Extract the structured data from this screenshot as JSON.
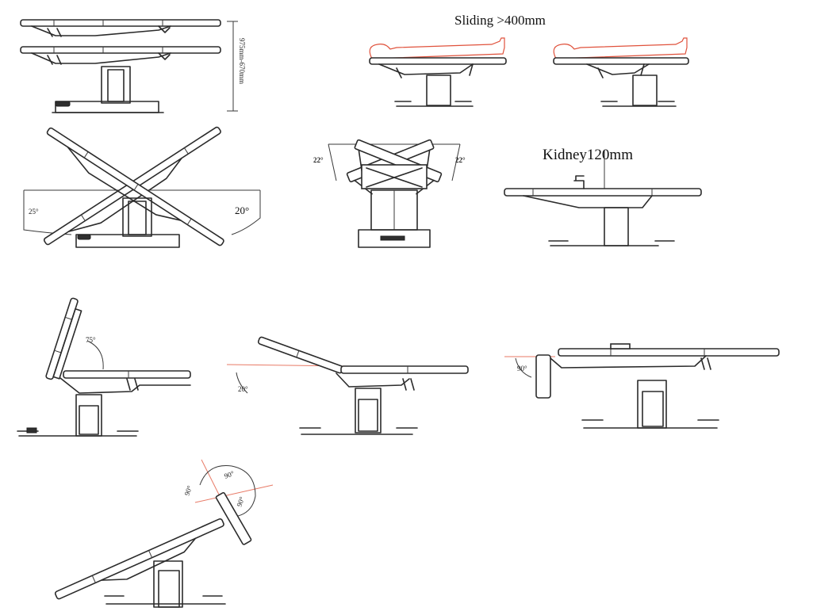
{
  "labels": {
    "sliding": "Sliding  >400mm",
    "kidney": "Kidney120mm",
    "height": "975mm-670mm",
    "tilt_left": "25°",
    "tilt_right": "20°",
    "lat_left": "22°",
    "lat_right": "22°",
    "back_up": "75°",
    "trend": "20°",
    "leg_down": "90°",
    "head_a": "90°",
    "head_b": "90°",
    "head_c": "90°"
  },
  "colors": {
    "line": "#2b2b2b",
    "accent": "#e0523c"
  }
}
